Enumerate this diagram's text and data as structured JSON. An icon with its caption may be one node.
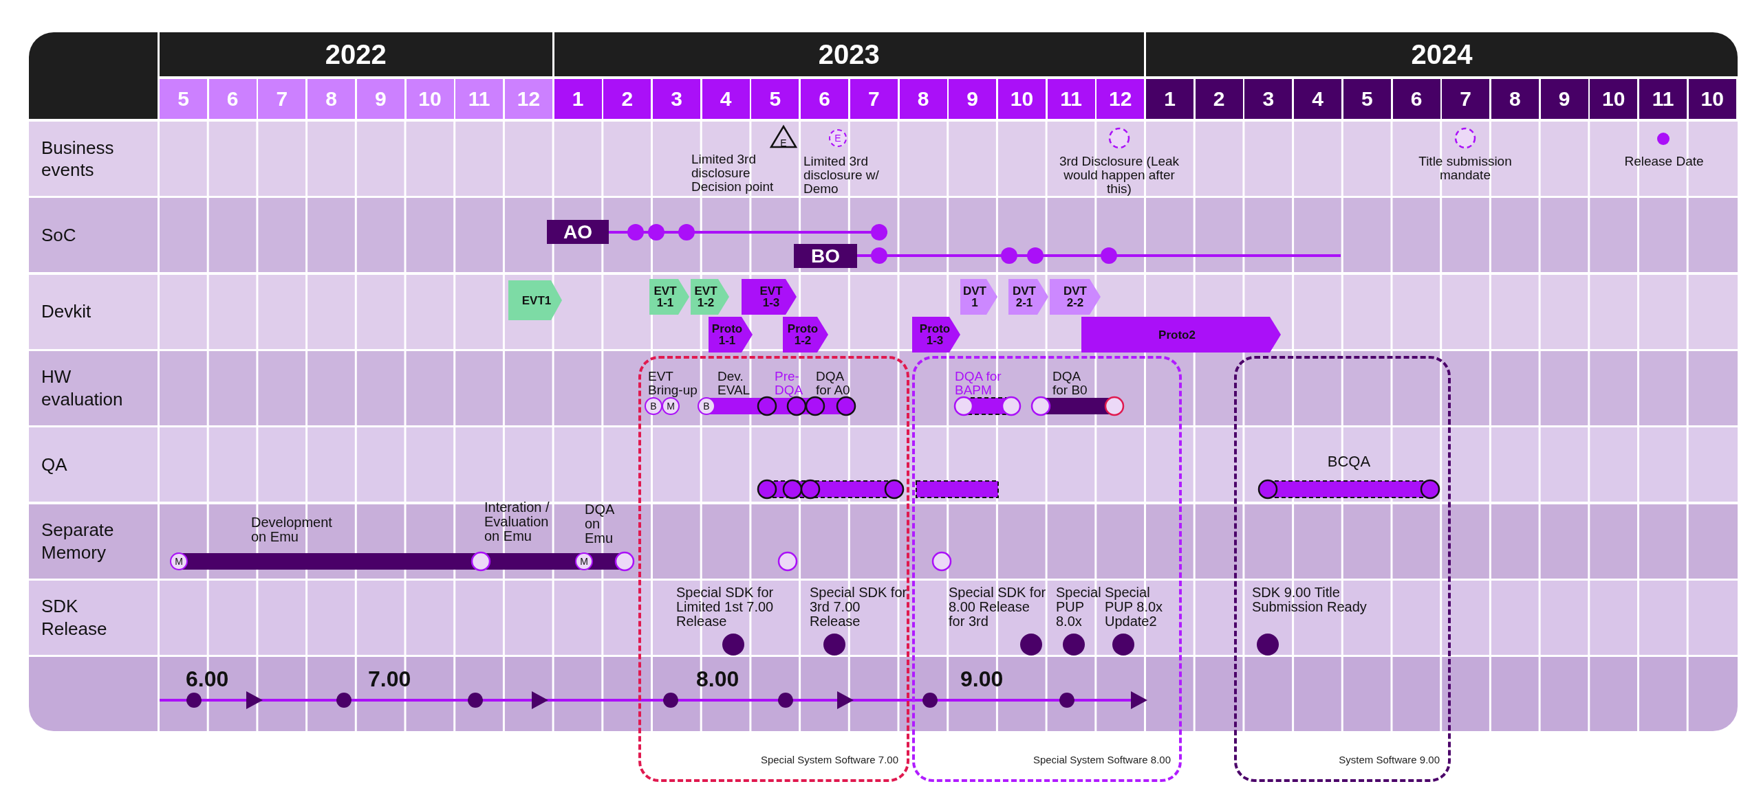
{
  "diagram": {
    "nodes": [
      {
        "text": [
          "AO"
        ]
      },
      {
        "text": [
          "BO"
        ]
      },
      {
        "text": [
          "EVT1"
        ]
      },
      {
        "text": [
          "EVT 1-1"
        ]
      },
      {
        "text": [
          "EVT 1-2"
        ]
      },
      {
        "text": [
          "EVT 1-3"
        ]
      },
      {
        "text": [
          "Proto 1-1"
        ]
      },
      {
        "text": [
          "Proto 1-2"
        ]
      },
      {
        "text": [
          "Proto 1-3"
        ]
      },
      {
        "text": [
          "DVT 1"
        ]
      },
      {
        "text": [
          "DVT 2-1"
        ]
      },
      {
        "text": [
          "DVT 2-2"
        ]
      },
      {
        "text": [
          "Proto2"
        ]
      },
      {
        "text": [
          "Special System Software 7.00"
        ]
      },
      {
        "text": [
          "Special System Software 8.00"
        ]
      },
      {
        "text": [
          "System Software 9.00"
        ]
      }
    ],
    "labels": [
      "2022",
      "2023",
      "2024",
      "5",
      "6",
      "7",
      "8",
      "9",
      "10",
      "11",
      "12",
      "1",
      "2",
      "3",
      "4",
      "5",
      "6",
      "7",
      "8",
      "9",
      "10",
      "11",
      "12",
      "1",
      "2",
      "3",
      "4",
      "5",
      "6",
      "7",
      "8",
      "9",
      "10",
      "11",
      "10",
      "Business events",
      "E",
      "E",
      "Limited 3rd disclosure Decision point",
      "Limited 3rd disclosure w/ Demo",
      "3rd Disclosure (Leak would happen after this)",
      "Title submission mandate",
      "Release Date",
      "SoC",
      "Devkit",
      "HW evaluation",
      "EVT Bring-up",
      "Dev. EVAL",
      "Pre- DQA",
      "DQA for A0",
      "DQA for BAPM",
      "DQA for B0",
      "B",
      "M",
      "B",
      "QA",
      "BCQA",
      "Separate Memory",
      "Development on Emu",
      "Interation / Evaluation on Emu",
      "DQA on Emu",
      "M",
      "M",
      "SDK Release",
      "Special SDK for Limited 1st 7.00 Release",
      "Special SDK for 3rd 7.00 Release",
      "Special SDK for 8.00 Release for 3rd",
      "Special PUP 8.0x",
      "Special PUP 8.0x Update2",
      "SDK 9.00 Title Submission Ready",
      "6.00",
      "7.00",
      "8.00",
      "9.00"
    ]
  }
}
